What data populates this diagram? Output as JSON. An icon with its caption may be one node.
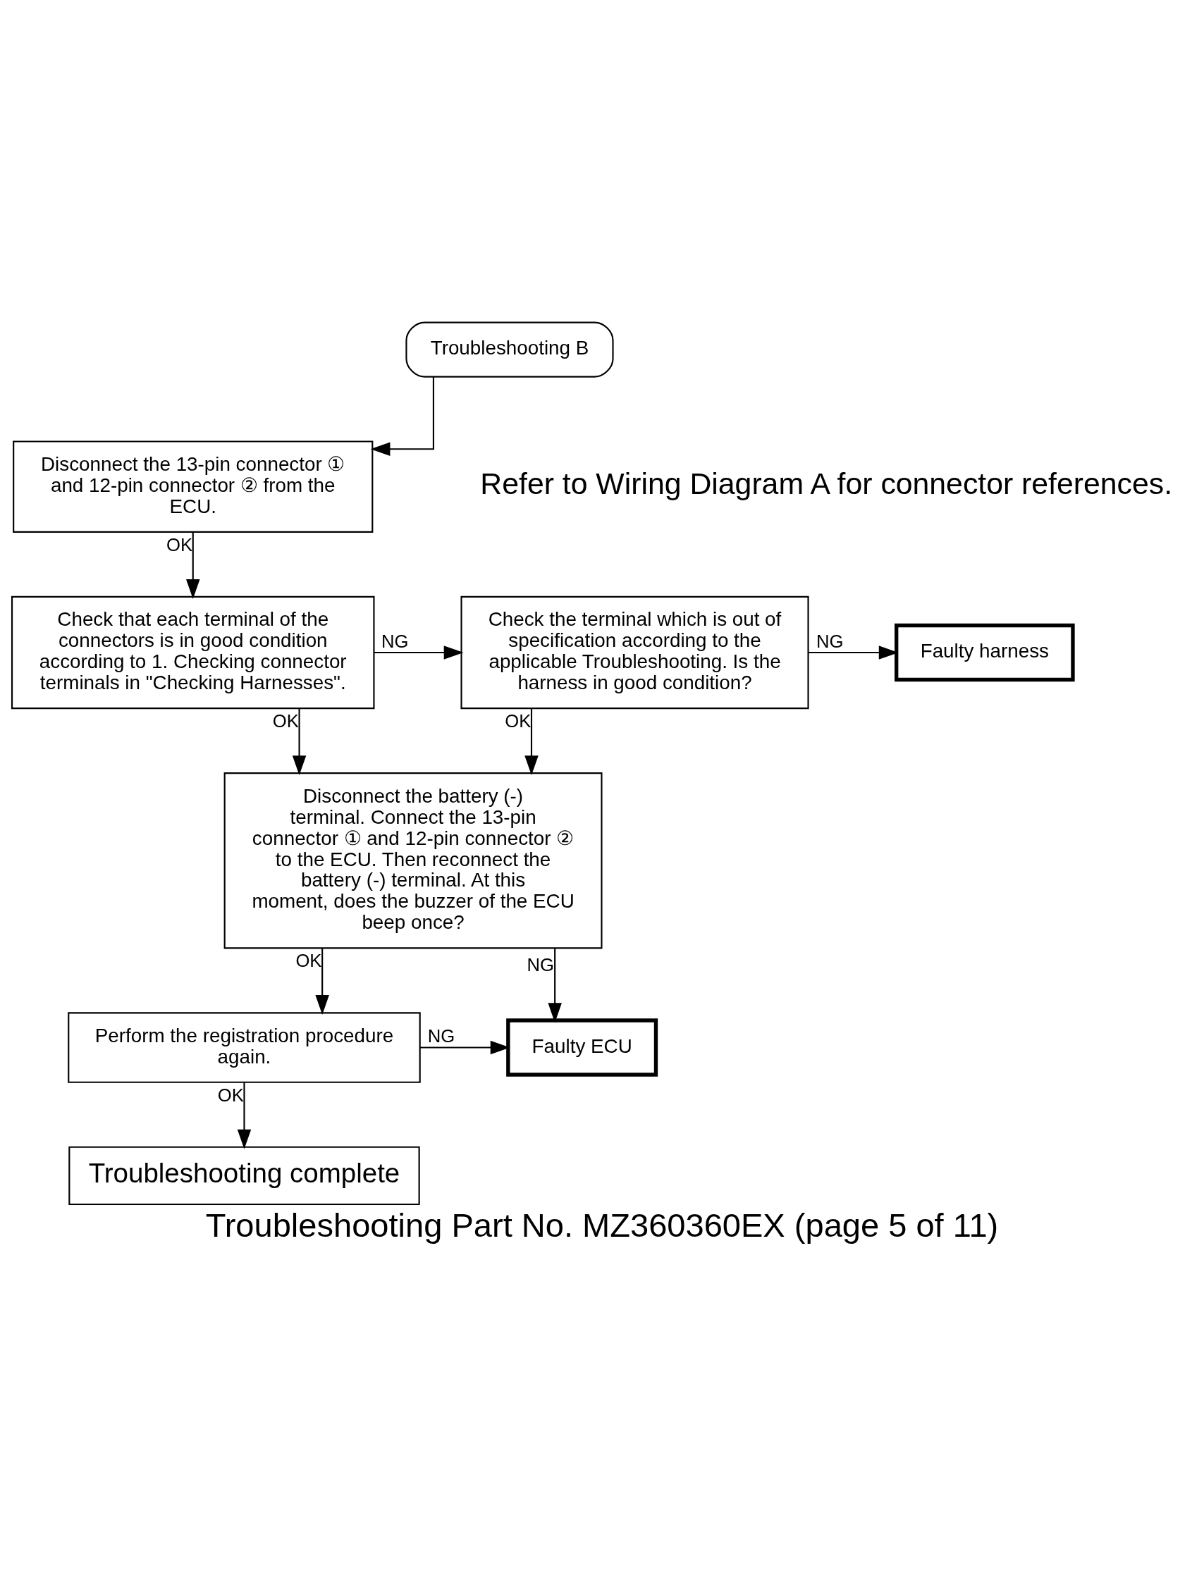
{
  "diagram": {
    "caption": "Troubleshooting Part No. MZ360360EX (page 5 of 11)",
    "nodes": [
      {
        "text": [
          "Troubleshooting B"
        ]
      },
      {
        "text": [
          "Disconnect the 13-pin connector ① and 12-pin connector ② from the ECU."
        ]
      },
      {
        "text": [
          "Check that each terminal of the connectors is in good condition according to 1. Checking connector terminals in \"Checking Harnesses\"."
        ]
      },
      {
        "text": [
          "Check the terminal which is out of specification according to the applicable Troubleshooting. Is the harness in good condition?"
        ]
      },
      {
        "text": [
          "Faulty harness"
        ]
      },
      {
        "text": [
          "Disconnect the battery (-) terminal. Connect the 13-pin connector ① and 12-pin connector ② to the ECU. Then reconnect the battery (-) terminal. At this moment, does the buzzer of the ECU beep once?"
        ]
      },
      {
        "text": [
          "Perform the registration procedure again."
        ]
      },
      {
        "text": [
          "Faulty ECU"
        ]
      },
      {
        "text": [
          "Troubleshooting complete"
        ]
      }
    ],
    "edges": [
      {
        "from": 0,
        "to": 1,
        "arrow": "to"
      },
      {
        "from": 1,
        "to": 2,
        "arrow": "to",
        "label": "OK"
      },
      {
        "from": 2,
        "to": 3,
        "arrow": "to",
        "label": "NG"
      },
      {
        "from": 3,
        "to": 4,
        "arrow": "to",
        "label": "NG"
      },
      {
        "from": 2,
        "to": 5,
        "arrow": "to",
        "label": "OK"
      },
      {
        "from": 3,
        "to": 5,
        "arrow": "to",
        "label": "OK"
      },
      {
        "from": 5,
        "to": 7,
        "arrow": "to",
        "label": "NG"
      },
      {
        "from": 5,
        "to": 6,
        "arrow": "to",
        "label": "OK"
      },
      {
        "from": 6,
        "to": 7,
        "arrow": "to",
        "label": "NG"
      },
      {
        "from": 6,
        "to": 8,
        "arrow": "to",
        "label": "OK"
      }
    ],
    "labels": [
      "Refer to Wiring Diagram A for connector references."
    ]
  }
}
